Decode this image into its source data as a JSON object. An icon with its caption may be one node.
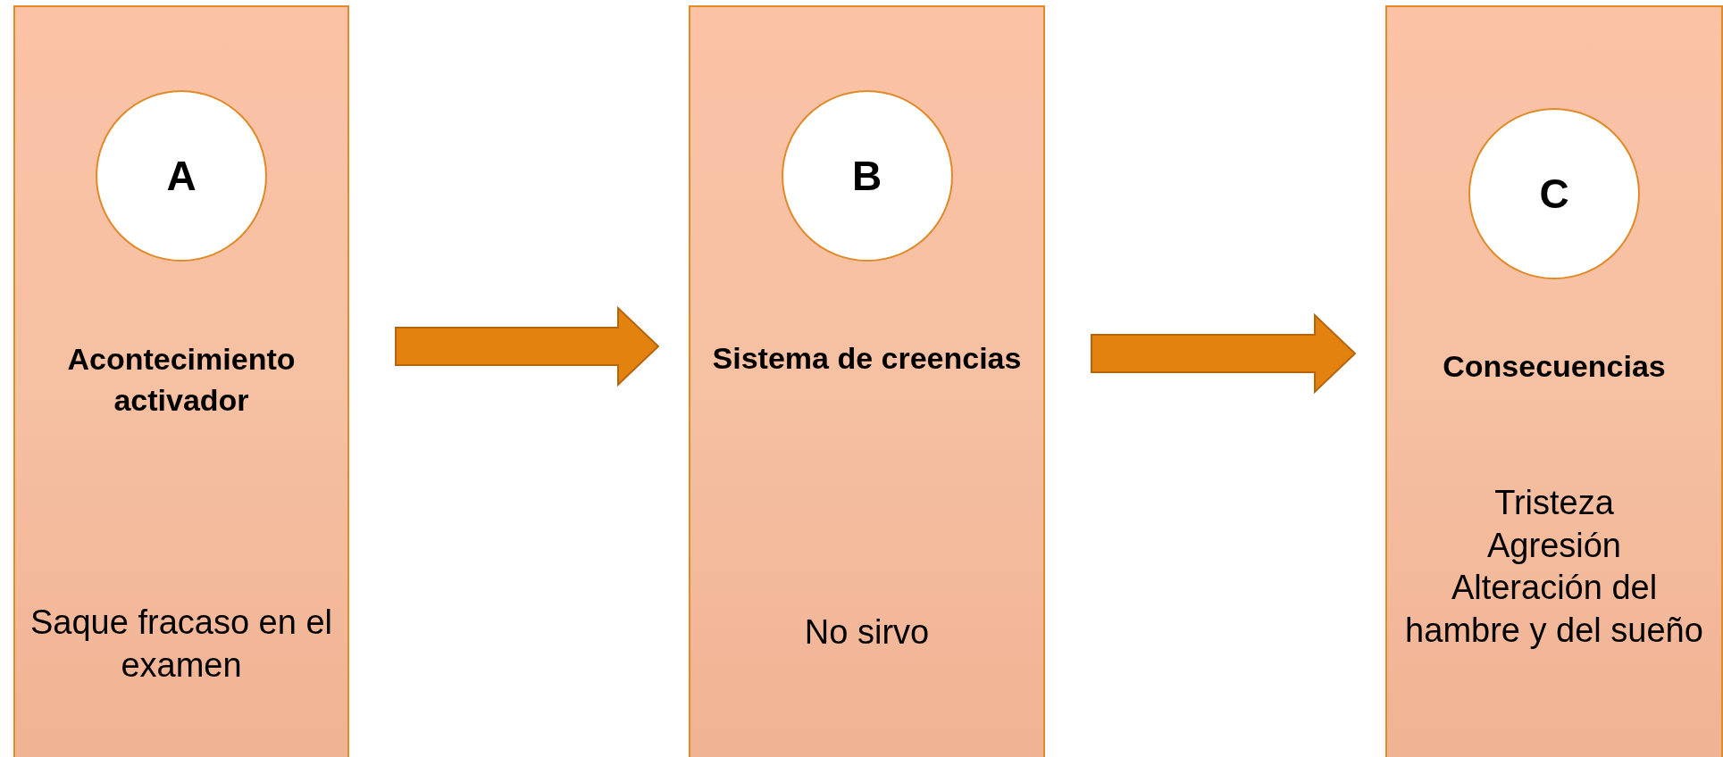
{
  "diagram": {
    "nodes": [
      {
        "text": [
          "Acontecimiento activador",
          "Saque fracaso en el examen"
        ]
      },
      {
        "text": [
          "A"
        ],
        "in": 0
      },
      {
        "text": [
          "Sistema de creencias",
          "No sirvo"
        ]
      },
      {
        "text": [
          "B"
        ],
        "in": 2
      },
      {
        "text": [
          "Consecuencias",
          "Tristeza",
          "Agresión",
          "Alteración del hambre y del sueño"
        ]
      },
      {
        "text": [
          "C"
        ],
        "in": 4
      }
    ],
    "edges": [
      {
        "from": 0,
        "to": 2,
        "arrow": "to",
        "style": "thick",
        "color": "#e3820f"
      },
      {
        "from": 2,
        "to": 4,
        "arrow": "to",
        "style": "thick",
        "color": "#e3820f"
      }
    ]
  }
}
